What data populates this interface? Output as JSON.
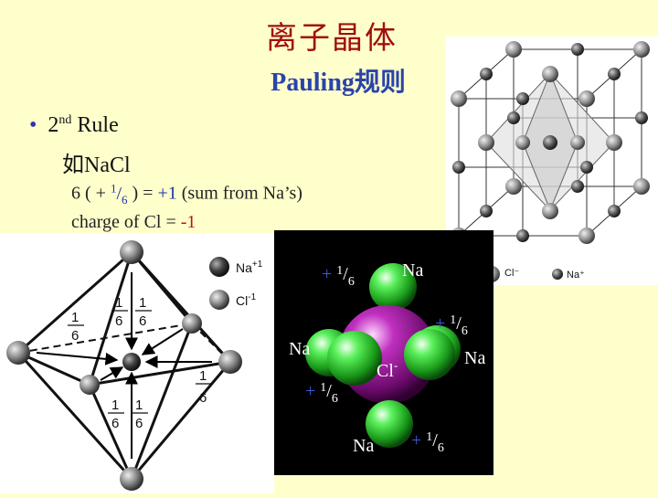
{
  "title": "离子晶体",
  "subtitle": "Pauling规则",
  "bullet": {
    "marker": "•",
    "ord": "2",
    "ord_sup": "nd",
    "text": "Rule"
  },
  "example": "如NaCl",
  "formula": {
    "prefix": "6 ( + ",
    "num": "1",
    "slash": "/",
    "den": "6",
    "mid": " )  =  ",
    "result": "+1",
    "note": "  (sum from Na’s)"
  },
  "charge": {
    "text": "charge of Cl = ",
    "value": "-1"
  },
  "crystal_legend": {
    "cl": "Cl⁻",
    "na": "Na⁺"
  },
  "octa_legend": {
    "na": "Na",
    "na_sup": "+1",
    "cl": "Cl",
    "cl_sup": "-1"
  },
  "octa_fraction": {
    "num": "1",
    "den": "6"
  },
  "model_3d": {
    "na_label": "Na",
    "cl_label": "Cl",
    "cl_sup": "-",
    "bond_plus": "+ ",
    "bond_num": "1",
    "bond_slash": "/",
    "bond_den": "6"
  },
  "colors": {
    "title": "#a01010",
    "subtitle": "#2a44a8",
    "background": "#ffffcc",
    "na_sphere": "#33dd33",
    "cl_sphere": "#a020a0"
  }
}
